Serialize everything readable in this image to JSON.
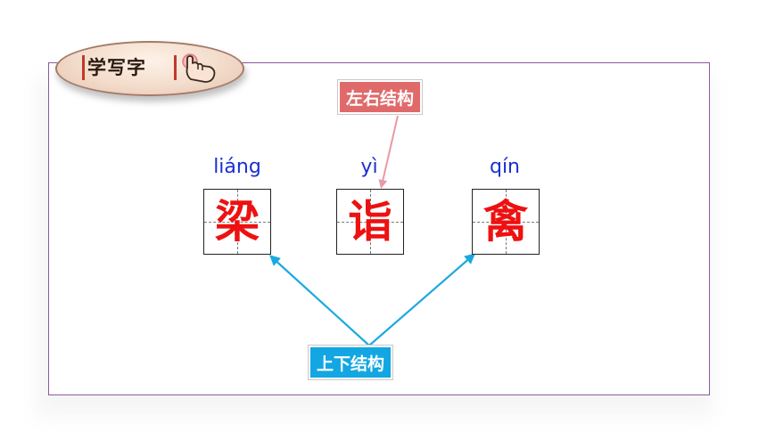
{
  "badge": {
    "title": "学写字",
    "icon": "pointing-hand-icon"
  },
  "labels": {
    "left_right": "左右结构",
    "top_bottom": "上下结构"
  },
  "characters": [
    {
      "pinyin": "liáng",
      "char": "梁"
    },
    {
      "pinyin": "yì",
      "char": "诣"
    },
    {
      "pinyin": "qín",
      "char": "禽"
    }
  ],
  "colors": {
    "frame": "#8a5aa0",
    "pinyin": "#1a2fd0",
    "character": "#ee1111",
    "left_right_tag": "#e06a6a",
    "top_bottom_tag": "#12a7e2"
  }
}
